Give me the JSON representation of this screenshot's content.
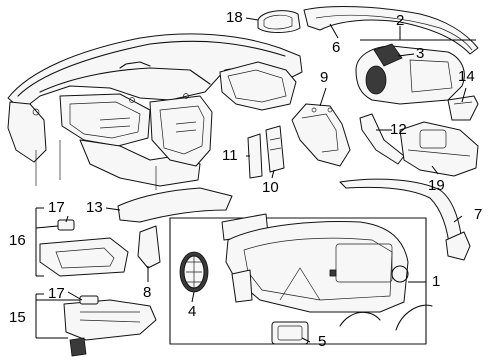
{
  "callouts": {
    "c1": "1",
    "c2": "2",
    "c3": "3",
    "c4": "4",
    "c5": "5",
    "c6": "6",
    "c7": "7",
    "c8": "8",
    "c9": "9",
    "c10": "10",
    "c11": "11",
    "c12": "12",
    "c13": "13",
    "c14": "14",
    "c15": "15",
    "c16": "16",
    "c17a": "17",
    "c17b": "17",
    "c18": "18",
    "c19": "19"
  }
}
